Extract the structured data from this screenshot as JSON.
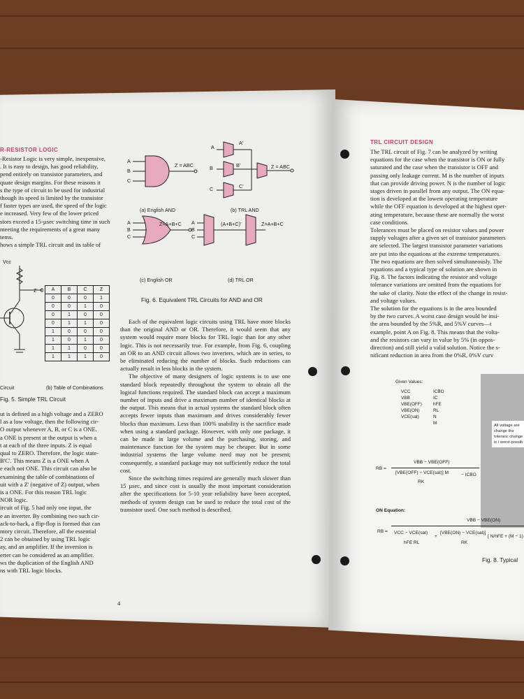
{
  "left_page": {
    "col1_heading": "R-RESISTOR LOGIC",
    "col1_top": [
      "-Resistor Logic is very simple, inexpensive,",
      ". It is easy to design, has good reliability,",
      "pend entirely on transistor parameters, and",
      "quate design margins. For these reasons it",
      "s the type of circuit to be used for industrial",
      "though its speed is limited by the transistor",
      "f faster types are used, the speed of the logic",
      "e increased. Very few of the lower priced",
      "stors exceed a 15-µsec switching time in such",
      "meeting the requirements of a great many",
      "tems.",
      "hows a simple TRL circuit and its table of"
    ],
    "col1_bottom": [
      "ut is defined as a high voltage and a ZERO",
      "l as a low voltage, then the following cir-",
      "O output whenever A, B, or C is a ONE.",
      "a ONE is present at the output is when a",
      "t at each of the three inputs. Z is equal",
      "qual to ZERO. Therefore, the logic state-",
      "B'C'. This means Z is a ONE when A",
      "e each not ONE. This circuit can also be",
      "examining the table of combinations of",
      "uit with a Z' (negative of Z) output, when",
      "is a ONE. For this reason TRL logic",
      "NOR logic.",
      "ircuit of Fig. 5 had only one input, the",
      "e an inverter. By combining two such cir-",
      "ack-to-back, a flip-flop is formed that can",
      "mory circuit. Therefore, all the essential",
      "2 can be obtained by using TRL logic",
      "ay, and an amplifier. If the inversion is",
      "erter can be considered as an amplifier.",
      "ws the duplication of the English AND",
      "ns with TRL logic blocks."
    ],
    "circuit_label_vcc": "Vcc",
    "circuit_label_z": "Z",
    "circuit_caption": "Circuit",
    "table_caption": "(b) Table of Combinations",
    "fig5_caption": "Fig. 5. Simple TRL Circuit",
    "truth_table": {
      "headers": [
        "A",
        "B",
        "C",
        "Z"
      ],
      "rows": [
        [
          "0",
          "0",
          "0",
          "1"
        ],
        [
          "0",
          "0",
          "1",
          "0"
        ],
        [
          "0",
          "1",
          "0",
          "0"
        ],
        [
          "0",
          "1",
          "1",
          "0"
        ],
        [
          "1",
          "0",
          "0",
          "0"
        ],
        [
          "1",
          "0",
          "1",
          "0"
        ],
        [
          "1",
          "1",
          "0",
          "0"
        ],
        [
          "1",
          "1",
          "1",
          "0"
        ]
      ]
    },
    "diagram_labels": {
      "a": "A",
      "b": "B",
      "c": "C",
      "and_out": "Z = ABC",
      "trl_and_out": "Z = ABC",
      "a_prime": "A'",
      "b_prime": "B'",
      "c_prime": "C'",
      "or_out": "Z=A+B+C",
      "trl_or_mid": "(A+B+C)'",
      "trl_or_out": "Z=A+B+C",
      "cap_a": "(a) English AND",
      "cap_b": "(b) TRL AND",
      "cap_c": "(c) English OR",
      "cap_d": "(d) TRL OR"
    },
    "fig6_caption": "Fig. 6. Equivalent TRL Circuits for AND and OR",
    "col2_paragraphs": [
      "Each of the equivalent logic circuits using TRL have more blocks than the original AND or OR. Therefore, it would seem that any system would require more blocks for TRL logic than for any other logic. This is not necessarily true. For example, from Fig. 6, coupling an OR to an AND circuit allows two inverters, which are in series, to be eliminated reducing the number of blocks. Such reductions can actually result in less blocks in the system.",
      "The objective of many designers of logic systems is to use one standard block repeatedly throughout the system to obtain all the logical functions required. The standard block can accept a maximum number of inputs and drive a maximum number of identical blocks at the output. This means that in actual systems the standard block often accepts fewer inputs than maximum and drives considerably fewer blocks than maximum. Less than 100% usability is the sacrifice made when using a standard package. However, with only one package, it can be made in large volume and the purchasing, storing, and maintenance function for the system may be cheaper. But in some industrial systems the large volume need may not be present; consequently, a standard package may not sufficiently reduce the total cost.",
      "Since the switching times required are generally much slower than 15 µsec, and since cost is usually the most important consideration after the specifications for 5-10 year reliability have been accepted, methods of system design can be used to reduce the total cost of the transistor used. One such method is described."
    ],
    "page_number": "4"
  },
  "right_page": {
    "heading": "TRL CIRCUIT DESIGN",
    "lines": [
      "The TRL circuit of Fig. 7 can be analyzed by writing",
      "equations for the case when the transistor is ON or fully",
      "saturated and the case when the transistor is OFF and",
      "passing only leakage current. M is the number of inputs",
      "that can provide driving power. N is the number of logic",
      "stages driven in parallel from any output. The ON equa-",
      "tion is developed at the lowest operating temperature",
      "while the OFF equation is developed at the highest oper-",
      "ating temperature, because these are normally the worst",
      "case conditions.",
      "Tolerances must be placed on resistor values and power",
      "supply voltages after a given set of transistor parameters",
      "are selected. The largest transistor parameter variations",
      "are put into the equations at the extreme temperatures.",
      "The two equations are then solved simultaneously. The",
      "equations and a typical type of solution are shown in",
      "Fig. 8. The factors indicating the resistor and voltage",
      "tolerance variations are omitted from the equations for",
      "the sake of clarity. Note the effect of the change in resist-",
      "and voltage values.",
      "The solution for the equations is in the area bounded",
      "by the two curves. A worst case design would be insi-",
      "the area bounded by the 5%R, and 5%V curves—t",
      "example, point A on Fig. 8. This means that the volta-",
      "and the resistors can vary in value by 5% (in oppos-",
      "direction) and still yield a valid solution. Notice the s-",
      "nificant reduction in area from the 0%R, 0%V curv"
    ],
    "given_title": "Given Values:",
    "given_left": [
      "VCC",
      "VBB",
      "VBE(OFF)",
      "VBE(ON)",
      "VCE(sat)"
    ],
    "given_right": [
      "ICBO",
      "IC",
      "hFE",
      "RL",
      "N",
      "M"
    ],
    "note_text": "All voltage are change the toleranc change is i worst-possib",
    "off_eq": {
      "lhs": "RB =",
      "num": "VBB − VBE(OFF)",
      "den_a": "[VBE(OFF) − VCE(sat)] M",
      "den_b": "RK",
      "den_c": "− ICBO"
    },
    "on_title": "ON Equation:",
    "on_eq": {
      "lhs": "RB =",
      "num": "VBB − VBE(ON)",
      "t1_num": "VCC − VCE(sat)",
      "t1_den": "hFE RL",
      "t2_num": "[VBE(ON) − VCE(sat)]",
      "t2_den": "RK",
      "t3": "[ N/hFE + (M − 1)"
    },
    "fig8_caption": "Fig. 8. Typical"
  }
}
